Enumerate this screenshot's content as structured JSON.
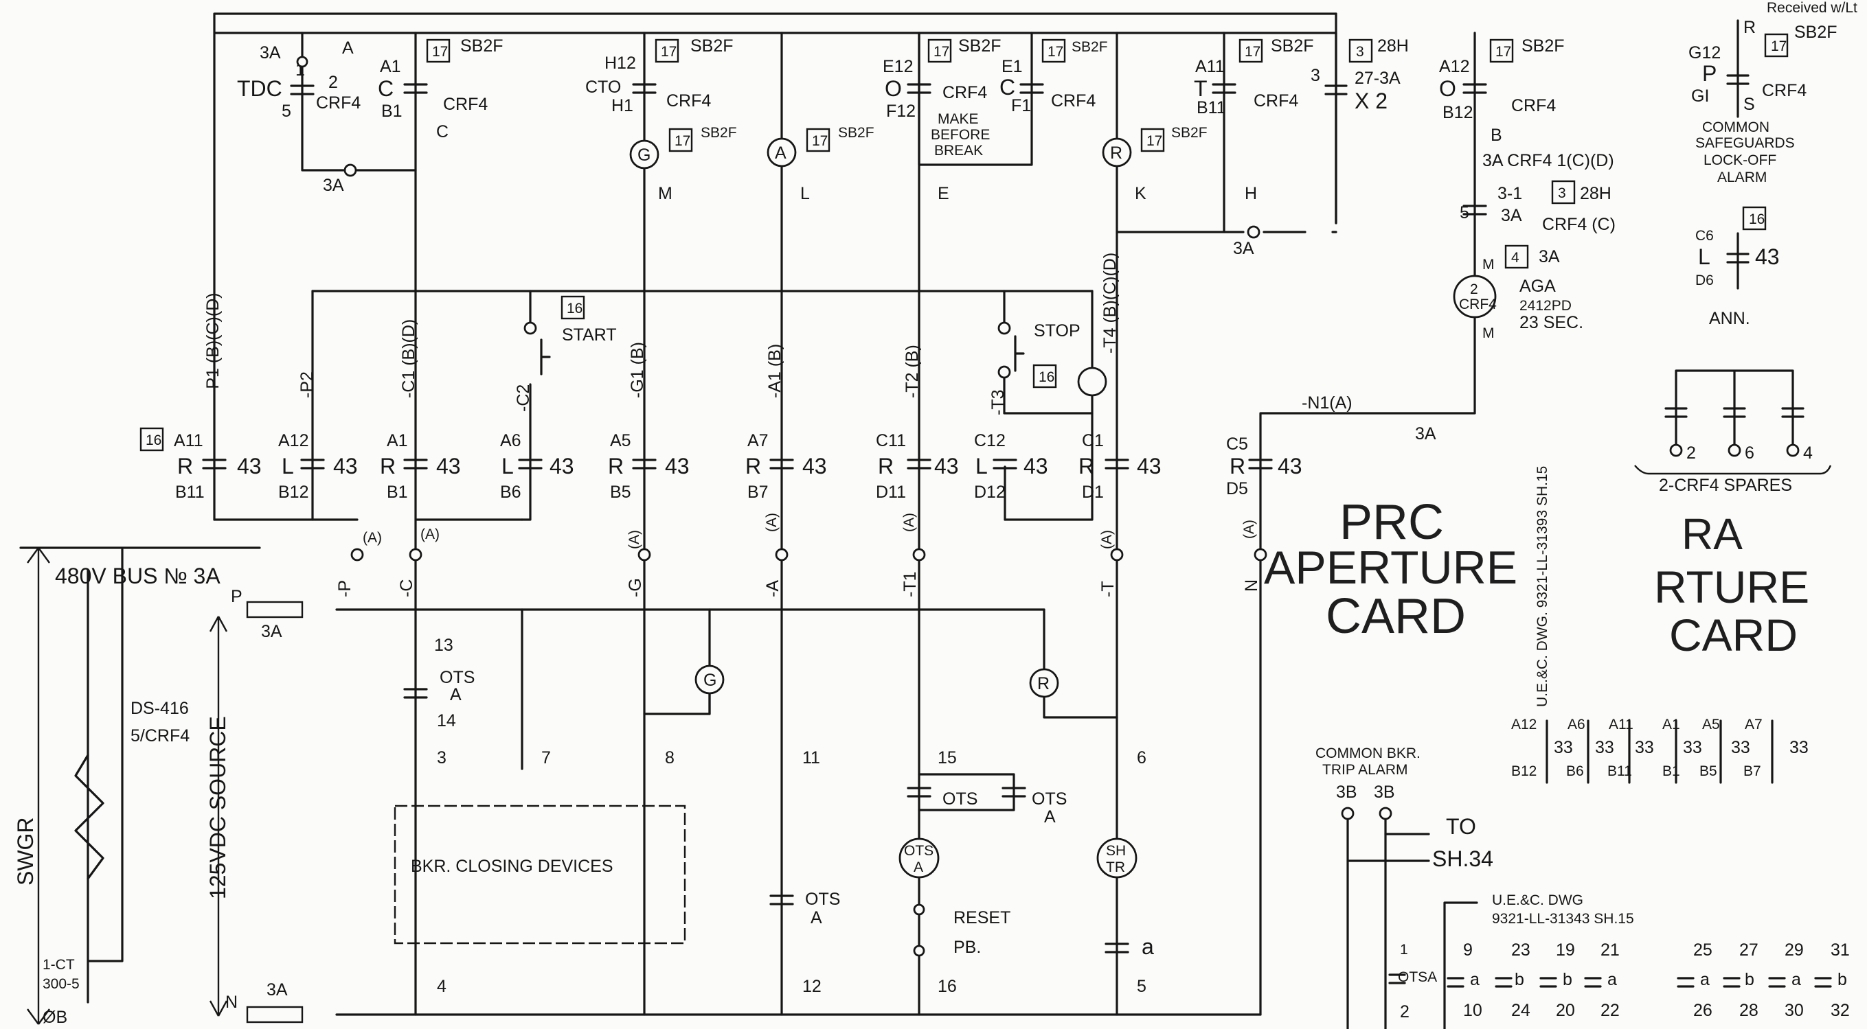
{
  "header": {
    "received": "Received w/Lt"
  },
  "buses": {
    "bus_label": "480V BUS № 3A",
    "source_label": "125VDC SOURCE",
    "swgr_label": "SWGR",
    "top_fuse": "3A",
    "bottom_fuse": "3A",
    "p_terminal": "P",
    "n_terminal": "N",
    "a_terminal": "A"
  },
  "ct": {
    "ds_label": "DS-416",
    "ds_sub": "5/CRF4",
    "ct_label": "1-CT",
    "ct_ratio": "300-5",
    "phase": "ØB"
  },
  "top_contacts": {
    "tdc": {
      "name": "TDC",
      "ref": "3A",
      "t1": "1",
      "t2": "2",
      "t5": "5",
      "crf": "CRF4",
      "lower": "3A"
    },
    "c": {
      "box": "17",
      "sb": "SB2F",
      "a": "A1",
      "b": "B1",
      "letter": "C",
      "crf": "CRF4",
      "out": "C"
    },
    "cto": {
      "box": "17",
      "sb": "SB2F",
      "h1": "H12",
      "h2": "H1",
      "letter": "CTO",
      "crf": "CRF4",
      "lamp": "G",
      "box2": "17",
      "sb2": "SB2F",
      "out": "M"
    },
    "a_lamp": {
      "lamp": "A",
      "out": "L"
    },
    "o_make": {
      "box": "17",
      "sb": "SB2F",
      "e1": "E12",
      "e2": "F12",
      "letter": "O",
      "crf": "CRF4",
      "box_b": "17",
      "sb_b": "SB2F",
      "f1": "E1",
      "f2": "F1",
      "letter_b": "C",
      "crf_b": "CRF4",
      "note": [
        "MAKE",
        "BEFORE",
        "BREAK"
      ],
      "box_l": "17",
      "sb_l": "SB2F",
      "out": "E"
    },
    "r_lamp": {
      "lamp": "R",
      "box": "17",
      "sb": "SB2F",
      "out": "K"
    },
    "t": {
      "box": "17",
      "sb": "SB2F",
      "a": "A11",
      "b": "B11",
      "letter": "T",
      "crf": "CRF4",
      "out": "H",
      "lower": "3A"
    },
    "x2": {
      "box": "3",
      "ref": "28H",
      "contact": "27-3A",
      "x": "X 2",
      "n": "3"
    },
    "o_right": {
      "box": "17",
      "sb": "SB2F",
      "a": "A12",
      "b": "B12",
      "letter": "O",
      "crf": "CRF4",
      "out": "B"
    }
  },
  "aga_branch": {
    "crf_d": "3A CRF4 1(C)(D)",
    "three1": "3-1",
    "box": "3",
    "ref": "28H",
    "three_a": "3A",
    "crf_c": "CRF4 (C)",
    "five": "5",
    "m_top": "M",
    "box4": "4",
    "ref4": "3A",
    "coil": "2",
    "coil_sub": "CRF4",
    "coil_m": "M",
    "aga": "AGA",
    "aga_sub": "2412PD",
    "aga_time": "23 SEC."
  },
  "legend": {
    "r_letter": "R",
    "box": "17",
    "sb": "SB2F",
    "g12": "G12",
    "p": "P",
    "gi": "GI",
    "s": "S",
    "crf": "CRF4",
    "lines": [
      "COMMON",
      "SAFEGUARDS",
      "LOCK-OFF",
      "ALARM"
    ],
    "ann_box": "16",
    "c6": "C6",
    "l": "L",
    "d6": "D6",
    "ann_val": "43",
    "ann": "ANN."
  },
  "spares": {
    "n2": "2",
    "n6": "6",
    "n4": "4",
    "label": "2-CRF4 SPARES"
  },
  "wires": [
    "-P1 (B)(C)(D)",
    "-P2",
    "-C1 (B)(D)",
    "-C2",
    "-G1 (B)",
    "-A1 (B)",
    "-T2 (B)",
    "-T3",
    "-T4 (B)(C)(D)",
    "-N1(A)"
  ],
  "wire_n1_ref": "3A",
  "start_box": "16",
  "start_label": "START",
  "stop_label": "STOP",
  "stop_box": "16",
  "row43": [
    {
      "top": "A11",
      "bot": "B11",
      "letter": "R",
      "val": "43",
      "box": "16"
    },
    {
      "top": "A12",
      "bot": "B12",
      "letter": "L",
      "val": "43"
    },
    {
      "top": "A1",
      "bot": "B1",
      "letter": "R",
      "val": "43"
    },
    {
      "top": "A6",
      "bot": "B6",
      "letter": "L",
      "val": "43"
    },
    {
      "top": "A5",
      "bot": "B5",
      "letter": "R",
      "val": "43"
    },
    {
      "top": "A7",
      "bot": "B7",
      "letter": "R",
      "val": "43"
    },
    {
      "top": "C11",
      "bot": "D11",
      "letter": "R",
      "val": "43"
    },
    {
      "top": "C12",
      "bot": "D12",
      "letter": "L",
      "val": "43"
    },
    {
      "top": "C1",
      "bot": "D1",
      "letter": "R",
      "val": "43"
    },
    {
      "top": "C5",
      "bot": "D5",
      "letter": "R",
      "val": "43"
    }
  ],
  "terminals": [
    "(A)",
    "(A)",
    "(A)",
    "(A)",
    "(A)",
    "(A)",
    "(A)"
  ],
  "lower_wires": [
    "-P",
    "-C",
    "-G",
    "-A",
    "-T1",
    "-T",
    "N"
  ],
  "lower": {
    "n13": "13",
    "ots_a": "OTS",
    "ots_a2": "A",
    "n14": "14",
    "n3": "3",
    "n7": "7",
    "n8": "8",
    "n11": "11",
    "n15": "15",
    "n6": "6",
    "n4": "4",
    "n12": "12",
    "n16": "16",
    "n5": "5",
    "lamp_g": "G",
    "lamp_r": "R",
    "breaker_box": "BKR. CLOSING DEVICES",
    "ots_cap": "OTS",
    "ots_cap_a": "A",
    "ots_cap2": "OTS",
    "ots_cap2_a": "A",
    "ots_right": "OTS",
    "ots_right_a": "A",
    "coil_ots": "OTS",
    "coil_ots_a": "A",
    "reset": "RESET",
    "pb": "PB.",
    "shtr": "SH",
    "shtr2": "TR",
    "a_contact": "a"
  },
  "stamp": {
    "line1": "PRC",
    "line2": "APERTURE",
    "line3": "CARD"
  },
  "stamp_ghost": {
    "line1": "RA",
    "line2": "RTURE",
    "line3": "CARD"
  },
  "dwg_ref": "U.E.&C. DWG. 9321-LL-31393 SH.15",
  "trip_alarm": {
    "title": [
      "COMMON BKR.",
      "TRIP ALARM"
    ],
    "terms": [
      "3B",
      "3B"
    ],
    "to": "TO",
    "sh": "SH.34",
    "dwg": [
      "U.E.&C. DWG",
      "9321-LL-31343 SH.15"
    ],
    "n1": "1",
    "n2": "2",
    "ots": "OTSA",
    "pairs": [
      {
        "top": "9",
        "bot": "10",
        "l": "a"
      },
      {
        "top": "23",
        "bot": "24",
        "l": "b"
      },
      {
        "top": "19",
        "bot": "20",
        "l": "b"
      },
      {
        "top": "21",
        "bot": "22",
        "l": "a"
      },
      {
        "top": "25",
        "bot": "26",
        "l": "a"
      },
      {
        "top": "27",
        "bot": "28",
        "l": "b"
      },
      {
        "top": "29",
        "bot": "30",
        "l": "a"
      },
      {
        "top": "31",
        "bot": "32",
        "l": "b"
      }
    ]
  },
  "row33": [
    {
      "top": "A12",
      "bot": "B12",
      "val": "33"
    },
    {
      "top": "A6",
      "bot": "B6",
      "val": "33"
    },
    {
      "top": "A11",
      "bot": "B11",
      "val": "33"
    },
    {
      "top": "A1",
      "bot": "B1",
      "val": "33"
    },
    {
      "top": "A5",
      "bot": "B5",
      "val": "33"
    },
    {
      "top": "A7",
      "bot": "B7",
      "val": "33"
    }
  ]
}
